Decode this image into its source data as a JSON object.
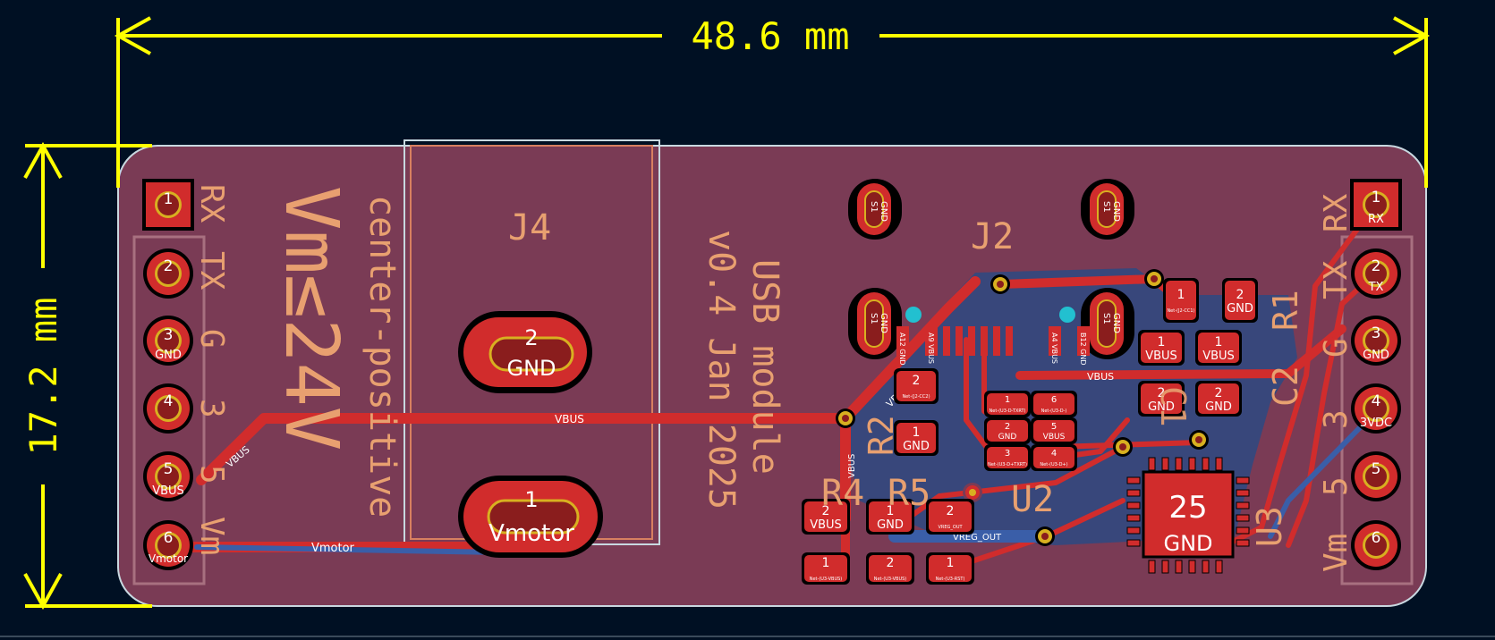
{
  "dimensions": {
    "width_label": "48.6 mm",
    "height_label": "17.2 mm"
  },
  "silkscreen": {
    "vm_label": "Vm≤24V",
    "center_positive": "center-positive",
    "usb_module": "USB module",
    "version": "v0.4 Jan 2025",
    "left_header_labels": [
      "RX",
      "TX",
      "G",
      "3",
      "5",
      "Vm"
    ],
    "right_header_labels": [
      "RX",
      "TX",
      "G",
      "3",
      "5",
      "Vm"
    ],
    "refs": {
      "j4": "J4",
      "j2": "J2",
      "r2": "R2",
      "r4": "R4",
      "r5": "R5",
      "u2": "U2",
      "c1": "C1",
      "c2": "C2",
      "r1": "R1",
      "u3": "U3"
    }
  },
  "left_header": {
    "pins": [
      {
        "num": "1",
        "net": ""
      },
      {
        "num": "2",
        "net": ""
      },
      {
        "num": "3",
        "net": "GND"
      },
      {
        "num": "4",
        "net": ""
      },
      {
        "num": "5",
        "net": "VBUS"
      },
      {
        "num": "6",
        "net": "Vmotor"
      }
    ]
  },
  "right_header": {
    "pins": [
      {
        "num": "1",
        "net": "RX"
      },
      {
        "num": "2",
        "net": "TX"
      },
      {
        "num": "3",
        "net": "GND"
      },
      {
        "num": "4",
        "net": "3VDC"
      },
      {
        "num": "5",
        "net": ""
      },
      {
        "num": "6",
        "net": ""
      }
    ]
  },
  "j4": {
    "pad2": {
      "num": "2",
      "net": "GND"
    },
    "pad1": {
      "num": "1",
      "net": "Vmotor"
    }
  },
  "trace_labels": {
    "vbus_main": "VBUS",
    "vbus_diag": "VBUS",
    "vmotor": "Vmotor",
    "vbus_upper": "VBUS",
    "vbus_j2": "VBUS",
    "vbus_r4": "VBUS",
    "vreg_out": "VREG_OUT"
  },
  "smd_pads": {
    "r2_top": {
      "num": "2",
      "net": "Net-(J2-CC2)"
    },
    "r2_bot": {
      "num": "1",
      "net": "GND"
    },
    "u2_1": {
      "num": "1",
      "net": "Net-(U3-D-TXRT)"
    },
    "u2_2": {
      "num": "2",
      "net": "GND"
    },
    "u2_3": {
      "num": "3",
      "net": "Net-(U3-D+TXRT)"
    },
    "u2_6": {
      "num": "6",
      "net": "Net-(U3-D-)"
    },
    "u2_5": {
      "num": "5",
      "net": "VBUS"
    },
    "u2_4": {
      "num": "4",
      "net": "Net-(U3-D+)"
    },
    "r4_top": {
      "num": "2",
      "net": "VBUS"
    },
    "r4_bot": {
      "num": "1",
      "net": "Net-(U3-VBUS)"
    },
    "r5_top": {
      "num": "1",
      "net": "GND"
    },
    "r5_bot": {
      "num": "2",
      "net": "Net-(U3-VBUS)"
    },
    "c_vreg_top": {
      "num": "2",
      "net": "VREG_OUT"
    },
    "c_vreg_bot": {
      "num": "1",
      "net": "Net-(U3-RST)"
    },
    "r1_left": {
      "num": "1",
      "net": "Net-(J2-CC1)"
    },
    "r1_right": {
      "num": "2",
      "net": "GND"
    },
    "c1_top": {
      "num": "1",
      "net": "VBUS"
    },
    "c1_bot": {
      "num": "2",
      "net": "GND"
    },
    "c2_top": {
      "num": "1",
      "net": "VBUS"
    },
    "c2_bot": {
      "num": "2",
      "net": "GND"
    },
    "u3_center": {
      "num": "25",
      "net": "GND"
    }
  },
  "j2_pins": {
    "shield": "S1",
    "shield_net": "GND",
    "pin_labels": [
      "A12 GND",
      "A9 VBUS",
      "A4 VBUS",
      "B12 GND"
    ]
  }
}
